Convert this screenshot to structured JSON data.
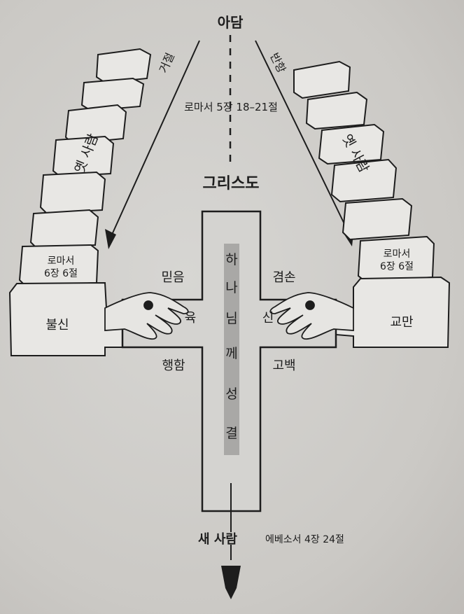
{
  "top_label": "아담",
  "left_arrow_label": "거절",
  "right_arrow_label": "반항",
  "reference_top": "로마서 5장 18–21절",
  "christ_label": "그리스도",
  "left_stack_label": "옛 사람",
  "right_stack_label": "옛 사람",
  "left_box": {
    "line1": "로마서",
    "line2": "6장 6절"
  },
  "right_box": {
    "line1": "로마서",
    "line2": "6장 6절"
  },
  "left_base": "불신",
  "right_base": "교만",
  "cross_left_top": "믿음",
  "cross_right_top": "겸손",
  "cross_left_mid": "육",
  "cross_right_mid": "신",
  "cross_left_bottom": "행함",
  "cross_right_bottom": "고백",
  "vertical_text": [
    "하",
    "나",
    "님",
    "께",
    "성",
    "결"
  ],
  "bottom_label": "새 사람",
  "bottom_reference": "에베소서 4장 24절",
  "colors": {
    "ink": "#1d1d1d",
    "paper": "#cfcdca",
    "bar": "#a9a8a6"
  }
}
